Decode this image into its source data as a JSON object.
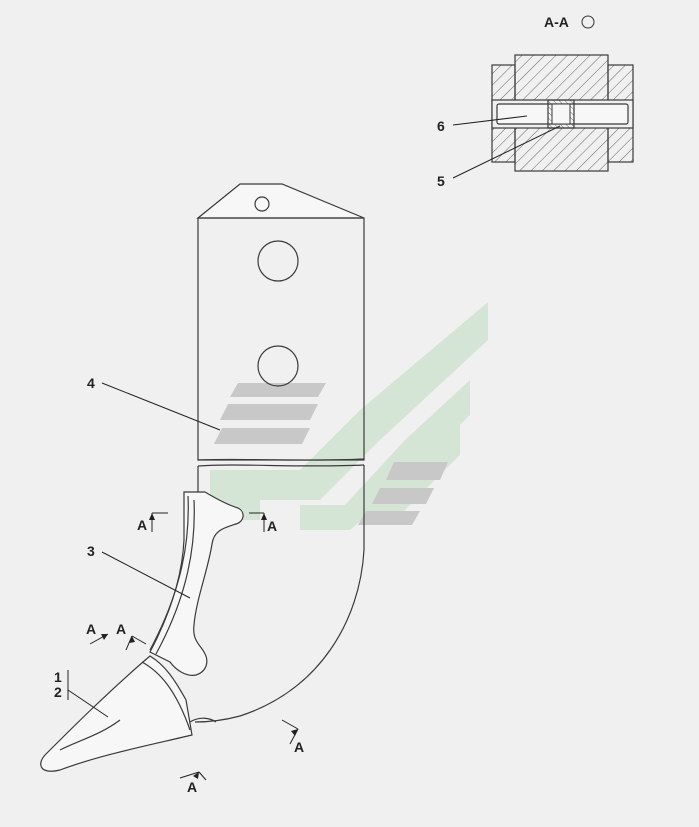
{
  "section_view": {
    "title": "A-A",
    "callouts": [
      "6",
      "5"
    ]
  },
  "main_view": {
    "callouts": [
      "4",
      "3"
    ],
    "stacked_callouts": [
      "1",
      "2"
    ],
    "section_markers": [
      "A",
      "A",
      "A",
      "A",
      "A",
      "A"
    ]
  },
  "colors": {
    "line": "#3a3a3a",
    "background": "#f0f0f0",
    "hatch": "#555555",
    "watermark_green": "#cfe0cf",
    "watermark_gray": "#c4c4c4"
  },
  "icons": {
    "rotation_symbol": "circle-view-icon",
    "watermark": "brand-watermark-logo"
  }
}
